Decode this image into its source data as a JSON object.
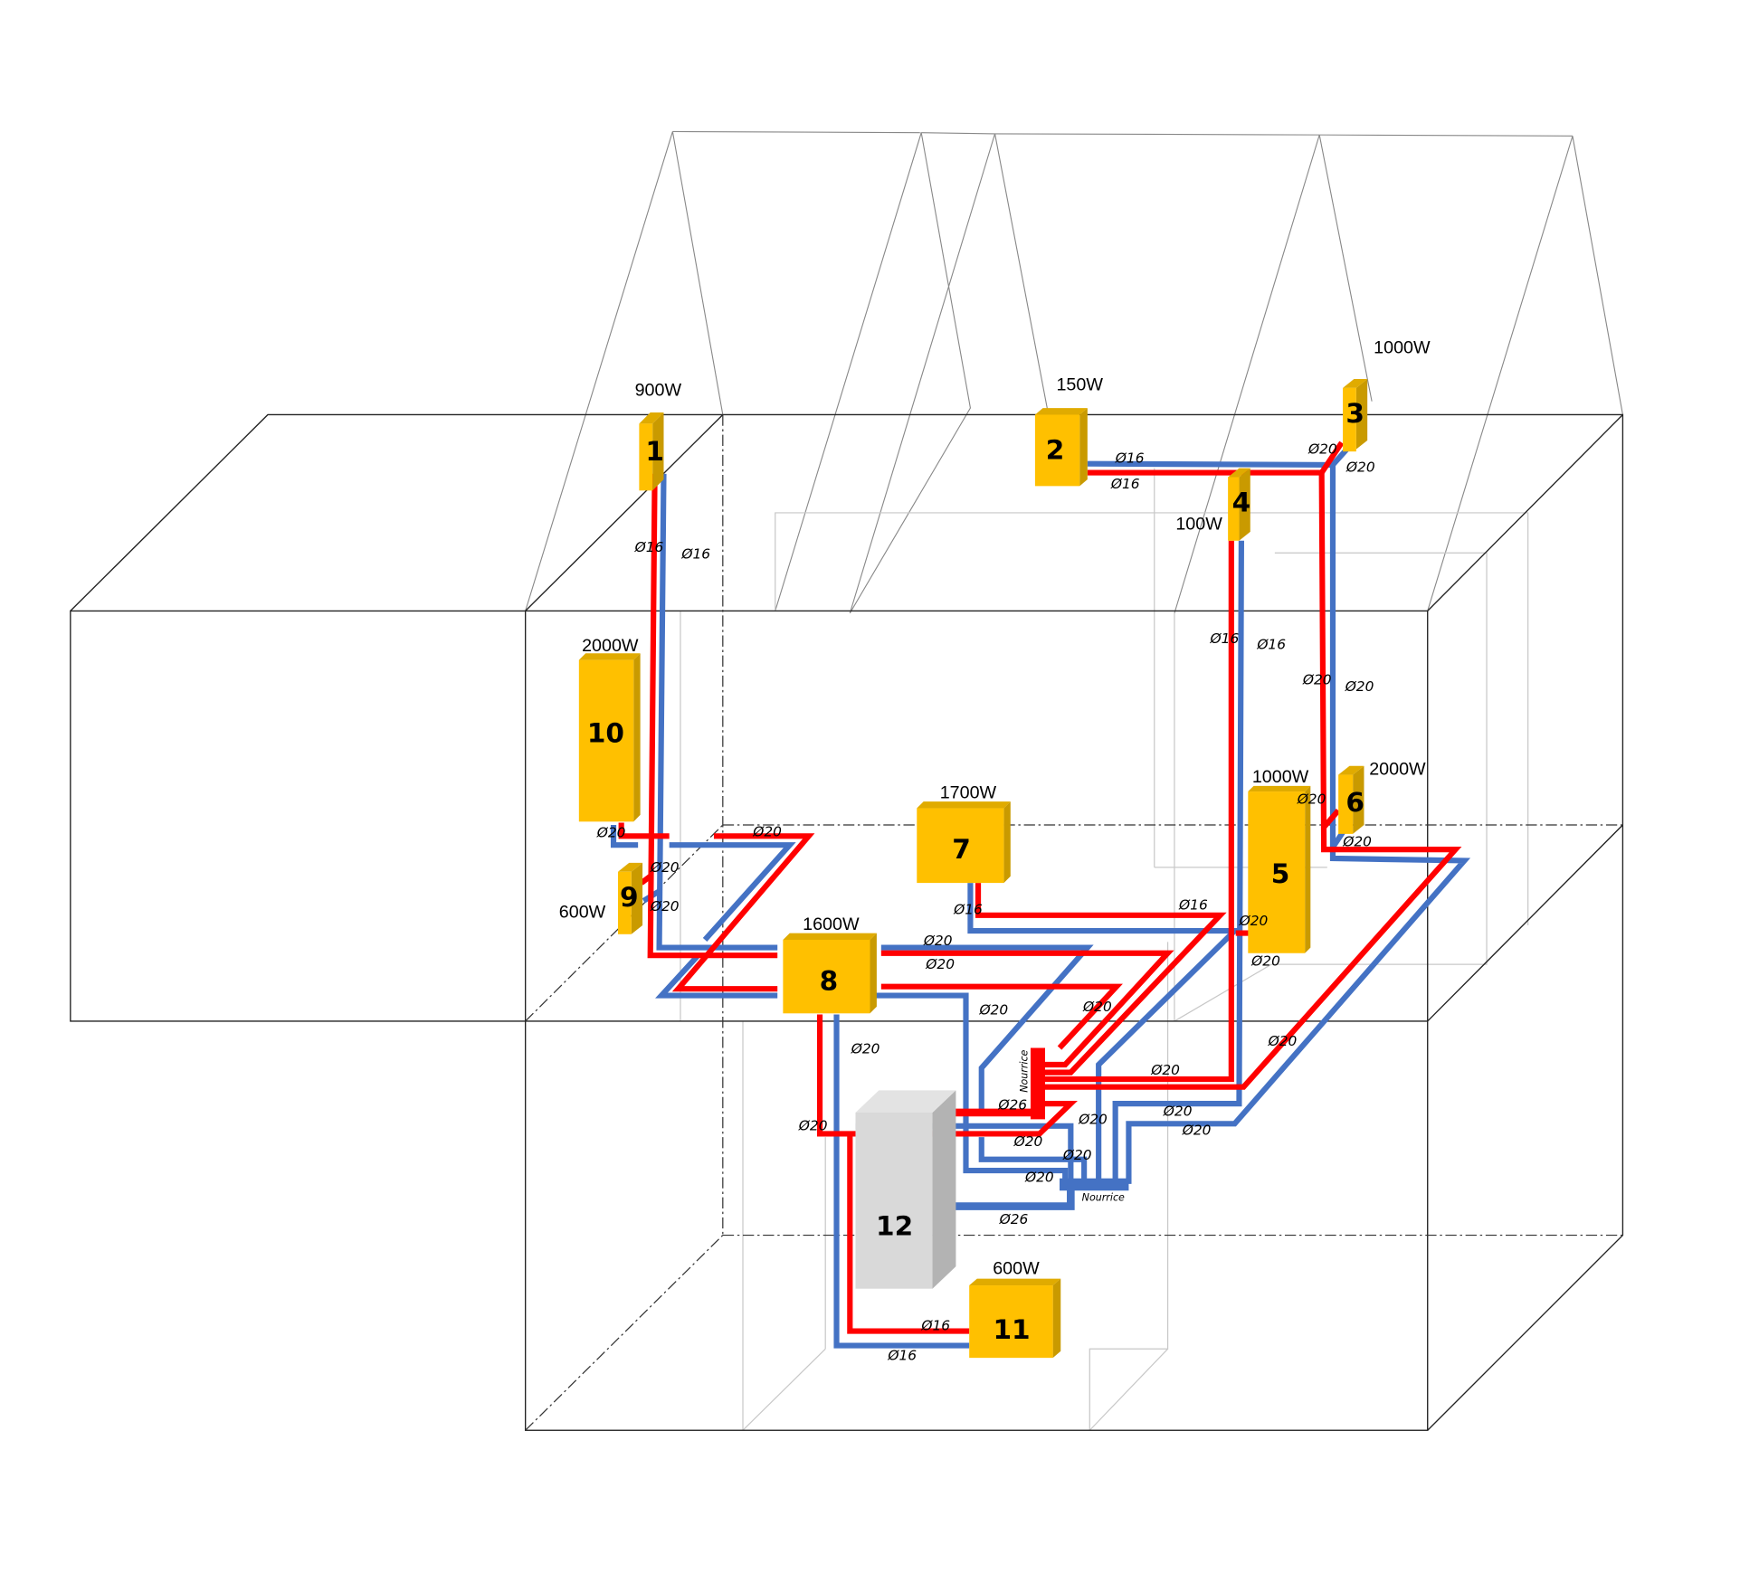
{
  "units": [
    {
      "number": "1",
      "power": "900W"
    },
    {
      "number": "2",
      "power": "150W"
    },
    {
      "number": "3",
      "power": "1000W"
    },
    {
      "number": "4",
      "power": "100W"
    },
    {
      "number": "5",
      "power": "1000W"
    },
    {
      "number": "6",
      "power": "2000W"
    },
    {
      "number": "7",
      "power": "1700W"
    },
    {
      "number": "8",
      "power": "1600W"
    },
    {
      "number": "9",
      "power": "600W"
    },
    {
      "number": "10",
      "power": "2000W"
    },
    {
      "number": "11",
      "power": "600W"
    },
    {
      "number": "12",
      "power": ""
    }
  ],
  "pipe_labels": [
    "Ø16",
    "Ø16",
    "Ø16",
    "Ø16",
    "Ø20",
    "Ø20",
    "Ø16",
    "Ø16",
    "Ø20",
    "Ø20",
    "Ø20",
    "Ø20",
    "Ø20",
    "Ø20",
    "Ø20",
    "Ø20",
    "Ø16",
    "Ø16",
    "Ø20",
    "Ø20",
    "Ø20",
    "Ø20",
    "Ø20",
    "Ø20",
    "Ø20",
    "Ø20",
    "Ø20",
    "Ø26",
    "Ø20",
    "Ø20",
    "Ø20",
    "Ø20",
    "Ø20",
    "Ø20",
    "Ø20",
    "Ø26",
    "Ø16",
    "Ø16"
  ],
  "manifolds": {
    "supply": "Nourrice",
    "return": "Nourrice"
  },
  "colors": {
    "supply": "#ff0000",
    "return": "#4472c4",
    "emitter": "#ffc000",
    "boiler": "#d9d9d9"
  }
}
